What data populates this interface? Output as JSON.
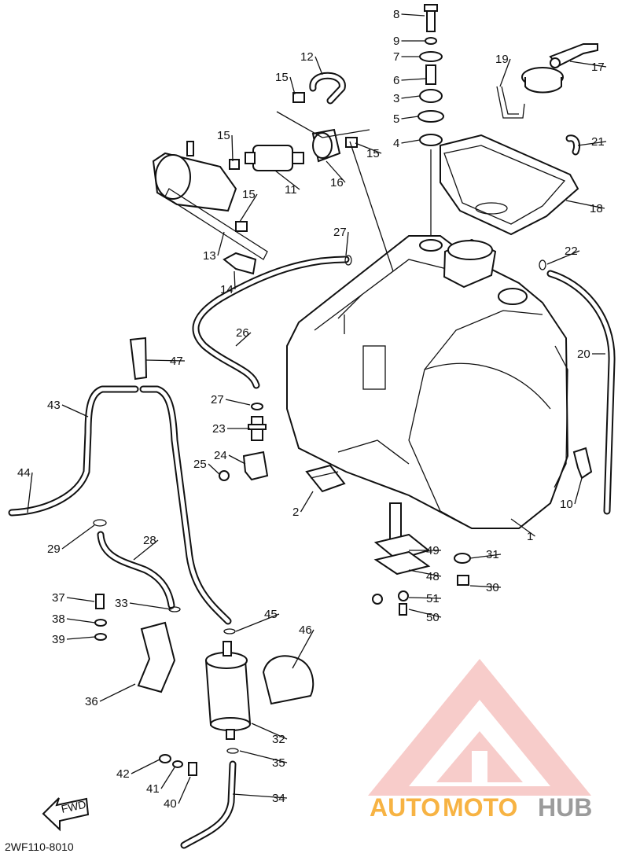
{
  "diagram": {
    "code": "2WF110-8010",
    "fwd_label": "FWD",
    "callouts": [
      "1",
      "2",
      "3",
      "4",
      "5",
      "6",
      "7",
      "8",
      "9",
      "10",
      "11",
      "12",
      "13",
      "14",
      "15",
      "16",
      "17",
      "18",
      "19",
      "20",
      "21",
      "22",
      "23",
      "24",
      "25",
      "26",
      "27",
      "28",
      "29",
      "30",
      "31",
      "32",
      "33",
      "34",
      "35",
      "36",
      "37",
      "38",
      "39",
      "40",
      "41",
      "42",
      "43",
      "44",
      "45",
      "46",
      "47",
      "48",
      "49",
      "50",
      "51"
    ]
  },
  "watermark": {
    "text_auto": "AUTO",
    "text_moto": "MOTO",
    "text_hub": "HUB",
    "color_red": "#e53935",
    "color_orange": "#f6a623",
    "color_grey": "#8a8a8a"
  }
}
